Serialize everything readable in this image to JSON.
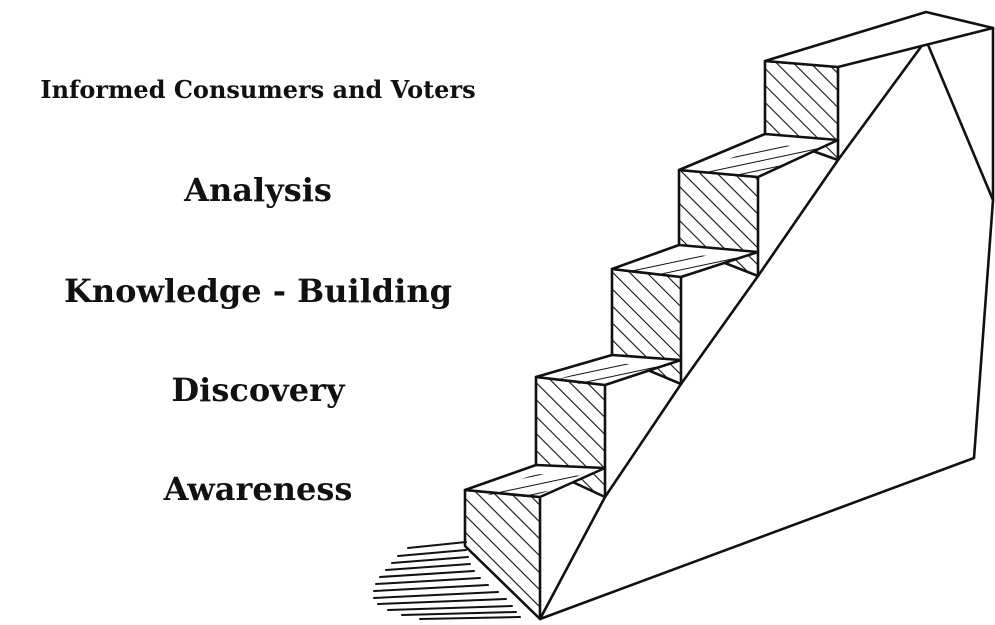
{
  "steps": [
    {
      "label": "Informed Consumers and Voters"
    },
    {
      "label": "Analysis"
    },
    {
      "label": "Knowledge - Building"
    },
    {
      "label": "Discovery"
    },
    {
      "label": "Awareness"
    }
  ],
  "colors": {
    "ink": "#111111",
    "background": "#ffffff"
  },
  "icons": {
    "illustration": "staircase-sketch-icon"
  }
}
